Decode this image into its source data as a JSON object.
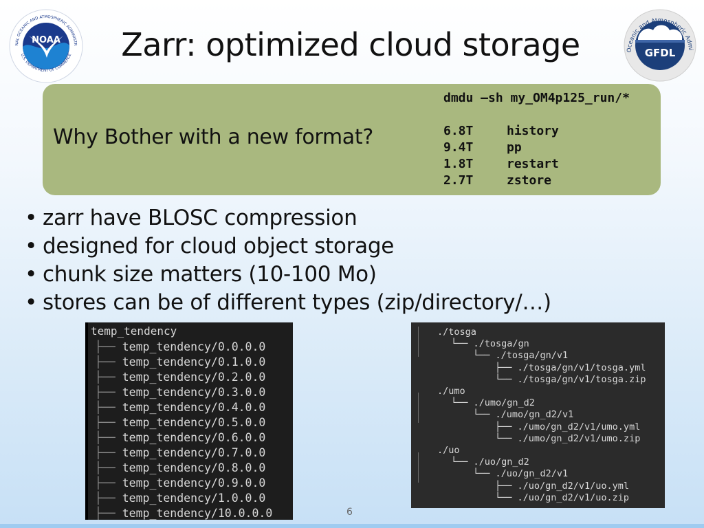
{
  "slide": {
    "title": "Zarr: optimized cloud storage",
    "page_number": "6"
  },
  "logos": {
    "noaa": {
      "center_text": "NOAA",
      "ring_text_top": "NATIONAL OCEANIC AND ATMOSPHERIC ADMINISTRATION",
      "ring_text_bottom": "U.S. DEPARTMENT OF COMMERCE",
      "colors": {
        "navy": "#1b3a8c",
        "sky": "#1e82d2",
        "white": "#ffffff"
      }
    },
    "gfdl": {
      "center_text": "GFDL",
      "ring_text": "National Oceanic and Atmospheric Administration",
      "colors": {
        "navy": "#1c3f7a",
        "ring": "#e8e8e8",
        "cloud": "#ffffff",
        "sky": "#3f66a8"
      }
    }
  },
  "callout": {
    "question": "Why Bother with a new format?",
    "command": "dmdu –sh my_OM4p125_run/*",
    "usage": [
      {
        "size": "6.8T",
        "name": "history"
      },
      {
        "size": "9.4T",
        "name": "pp"
      },
      {
        "size": "1.8T",
        "name": "restart"
      },
      {
        "size": "2.7T",
        "name": "zstore"
      }
    ],
    "bg_color": "#a9b87f"
  },
  "bullets": {
    "marker": "•",
    "items": [
      "zarr have BLOSC compression",
      "designed for cloud object storage",
      "chunk size matters (10-100 Mo)",
      "stores can be of different types (zip/directory/…)"
    ]
  },
  "terminal_left": {
    "header": "temp_tendency",
    "branch": "├──",
    "entries": [
      "temp_tendency/0.0.0.0",
      "temp_tendency/0.1.0.0",
      "temp_tendency/0.2.0.0",
      "temp_tendency/0.3.0.0",
      "temp_tendency/0.4.0.0",
      "temp_tendency/0.5.0.0",
      "temp_tendency/0.6.0.0",
      "temp_tendency/0.7.0.0",
      "temp_tendency/0.8.0.0",
      "temp_tendency/0.9.0.0",
      "temp_tendency/1.0.0.0",
      "temp_tendency/10.0.0.0"
    ]
  },
  "terminal_right": {
    "lines": [
      "./tosga",
      "└── ./tosga/gn",
      "└── ./tosga/gn/v1",
      "├── ./tosga/gn/v1/tosga.yml",
      "└── ./tosga/gn/v1/tosga.zip",
      "./umo",
      "└── ./umo/gn_d2",
      "└── ./umo/gn_d2/v1",
      "├── ./umo/gn_d2/v1/umo.yml",
      "└── ./umo/gn_d2/v1/umo.zip",
      "./uo",
      "└── ./uo/gn_d2",
      "└── ./uo/gn_d2/v1",
      "├── ./uo/gn_d2/v1/uo.yml",
      "└── ./uo/gn_d2/v1/uo.zip"
    ],
    "tree_rail": "│"
  }
}
